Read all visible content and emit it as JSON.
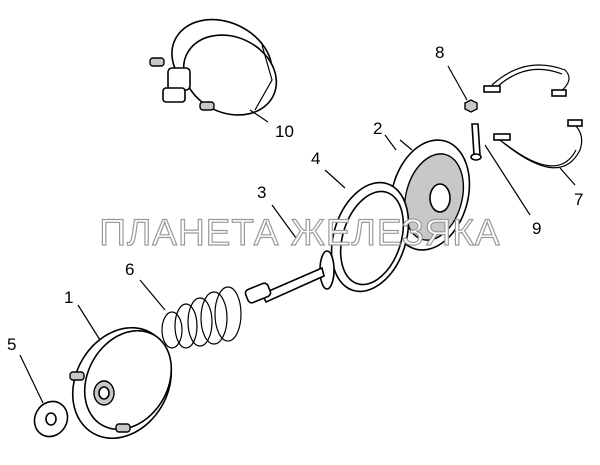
{
  "watermark": "ПЛАНЕТА ЖЕЛЕЗЯКА",
  "callouts": [
    {
      "id": "1",
      "text": "1"
    },
    {
      "id": "2",
      "text": "2"
    },
    {
      "id": "3",
      "text": "3"
    },
    {
      "id": "4",
      "text": "4"
    },
    {
      "id": "5",
      "text": "5"
    },
    {
      "id": "6",
      "text": "6"
    },
    {
      "id": "7",
      "text": "7"
    },
    {
      "id": "8",
      "text": "8"
    },
    {
      "id": "9",
      "text": "9"
    },
    {
      "id": "10",
      "text": "10"
    }
  ]
}
